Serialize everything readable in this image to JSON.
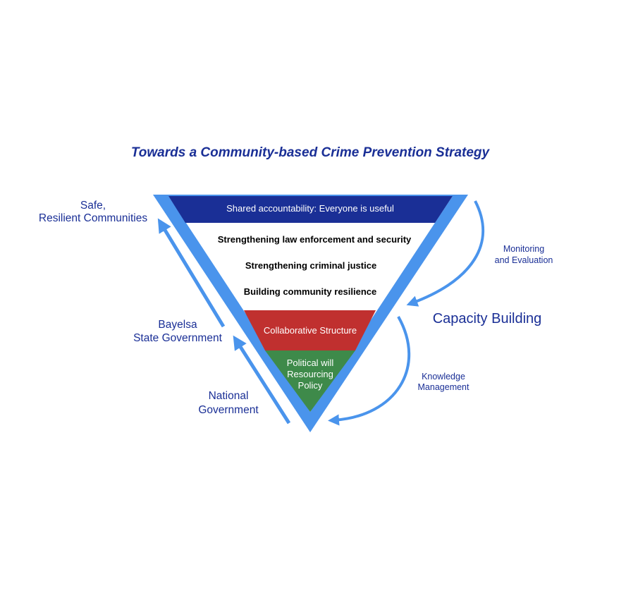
{
  "title": "Towards a Community-based Crime Prevention Strategy",
  "colors": {
    "navy": "#1a2f96",
    "light_blue": "#4a94ec",
    "red": "#c0302f",
    "green": "#3e8a4a",
    "text_blue": "#1a2f96"
  },
  "pyramid": {
    "top_band": "Shared accountability: Everyone is useful",
    "middle_bands": [
      "Strengthening law enforcement and security",
      "Strengthening criminal justice",
      "Building community resilience"
    ],
    "red_band": "Collaborative Structure",
    "green_band": [
      "Political will",
      "Resourcing",
      "Policy"
    ]
  },
  "left_labels": {
    "top": [
      "Safe,",
      "Resilient Communities"
    ],
    "middle": [
      "Bayelsa",
      "State Government"
    ],
    "bottom": [
      "National",
      "Government"
    ]
  },
  "right_labels": {
    "monitoring": [
      "Monitoring",
      "and Evaluation"
    ],
    "capacity": "Capacity Building",
    "knowledge": [
      "Knowledge",
      "Management"
    ]
  }
}
